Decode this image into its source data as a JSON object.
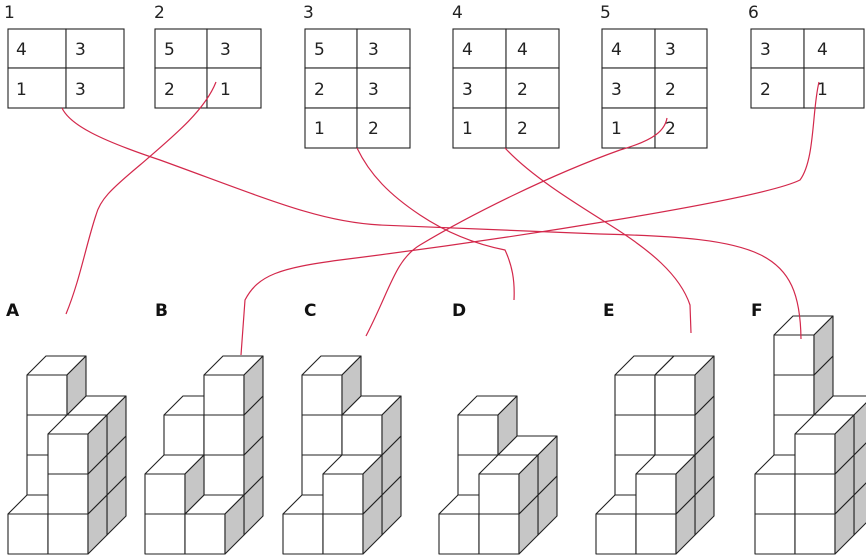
{
  "colors": {
    "connector": "#d3284b",
    "cube_face": "#ffffff",
    "cube_side": "#c6c6c6",
    "outline": "#222222"
  },
  "grids": [
    {
      "number": "1",
      "rows": [
        [
          "4",
          "3"
        ],
        [
          "1",
          "3"
        ]
      ]
    },
    {
      "number": "2",
      "rows": [
        [
          "5",
          "3"
        ],
        [
          "2",
          "1"
        ]
      ]
    },
    {
      "number": "3",
      "rows": [
        [
          "5",
          "3"
        ],
        [
          "2",
          "3"
        ],
        [
          "1",
          "2"
        ]
      ]
    },
    {
      "number": "4",
      "rows": [
        [
          "4",
          "4"
        ],
        [
          "3",
          "2"
        ],
        [
          "1",
          "2"
        ]
      ]
    },
    {
      "number": "5",
      "rows": [
        [
          "4",
          "3"
        ],
        [
          "3",
          "2"
        ],
        [
          "1",
          "2"
        ]
      ]
    },
    {
      "number": "6",
      "rows": [
        [
          "3",
          "4"
        ],
        [
          "2",
          "1"
        ]
      ]
    }
  ],
  "figures": [
    {
      "letter": "A"
    },
    {
      "letter": "B"
    },
    {
      "letter": "C"
    },
    {
      "letter": "D"
    },
    {
      "letter": "E"
    },
    {
      "letter": "F"
    }
  ],
  "matches": [
    {
      "grid": "1",
      "figure": "F"
    },
    {
      "grid": "2",
      "figure": "A"
    },
    {
      "grid": "3",
      "figure": "D"
    },
    {
      "grid": "4",
      "figure": "E"
    },
    {
      "grid": "5",
      "figure": "C"
    },
    {
      "grid": "6",
      "figure": "B"
    }
  ]
}
